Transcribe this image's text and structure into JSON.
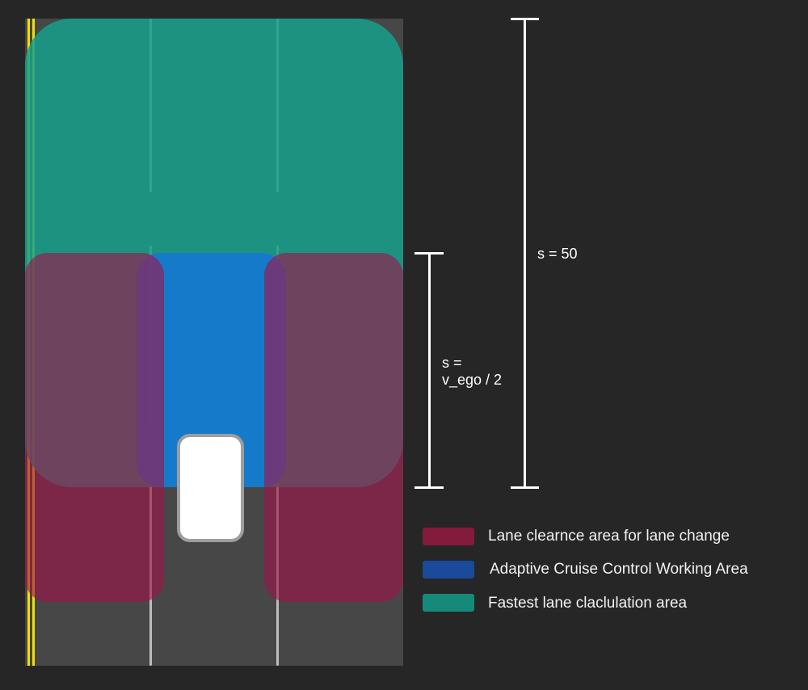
{
  "colors": {
    "background": "#262626",
    "road": "#474747",
    "road_edge_line": "#f0e000",
    "lane_change_clearance": "#841a3c",
    "acc_working_area": "#1a4a9a",
    "fastest_lane_area": "#168a78",
    "ego_vehicle": "#ffffff"
  },
  "annotations": {
    "short": {
      "label_line1": "s =",
      "label_line2": "v_ego / 2"
    },
    "long": {
      "label": "s = 50"
    }
  },
  "legend": [
    {
      "label": "Lane clearnce area for lane change",
      "color": "#841a3c"
    },
    {
      "label": "Adaptive Cruise Control Working Area",
      "color": "#1a4a9a"
    },
    {
      "label": "Fastest lane claclulation area",
      "color": "#168a78"
    }
  ]
}
